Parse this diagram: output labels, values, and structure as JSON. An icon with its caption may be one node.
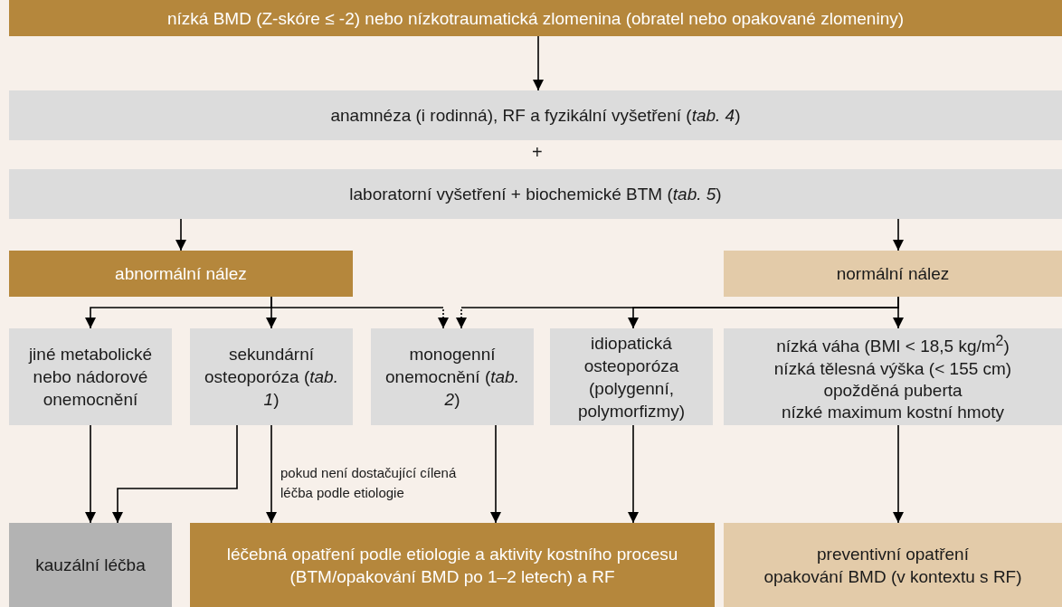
{
  "diagram": {
    "nodes": [
      {
        "text": [
          "nízká BMD (Z-skóre ≤ -2) nebo nízkotraumatická zlomenina (obratel nebo opakované zlomeniny)"
        ]
      },
      {
        "text": [
          "anamnéza (i rodinná), RF a fyzikální vyšetření (*tab. 4*)"
        ]
      },
      {
        "text": [
          "laboratorní vyšetření + biochemické  BTM (*tab. 5*)"
        ]
      },
      {
        "text": [
          "abnormální nález"
        ]
      },
      {
        "text": [
          "normální nález"
        ]
      },
      {
        "text": [
          "jiné metabolické nebo nádorové onemocnění"
        ]
      },
      {
        "text": [
          "sekundární osteoporóza (*tab. 1*)"
        ]
      },
      {
        "text": [
          "monogenní onemocnění (*tab. 2*)"
        ]
      },
      {
        "text": [
          "idiopatická osteoporóza (polygenní, polymorfizmy)"
        ]
      },
      {
        "text": [
          "nízká váha (BMI < 18,5 kg/m$^{2}$)",
          "nízká tělesná výška (< 155 cm)",
          "opožděná puberta",
          "nízké maximum kostní hmoty"
        ]
      },
      {
        "text": [
          "kauzální léčba"
        ]
      },
      {
        "text": [
          "léčebná opatření podle etiologie a aktivity kostního procesu (BTM/opakování BMD po 1–2 letech) a RF"
        ]
      },
      {
        "text": [
          "preventivní opatření",
          "opakování BMD (v kontextu s RF)"
        ]
      }
    ],
    "edges": [
      {
        "from": 0,
        "to": 1,
        "arrow": "to"
      },
      {
        "from": 2,
        "to": 3,
        "arrow": "to"
      },
      {
        "from": 2,
        "to": 4,
        "arrow": "to"
      },
      {
        "from": 3,
        "to": 5,
        "arrow": "to"
      },
      {
        "from": 3,
        "to": 6,
        "arrow": "to"
      },
      {
        "from": 3,
        "to": 7,
        "arrow": "to",
        "style": "dashed"
      },
      {
        "from": 4,
        "to": 7,
        "arrow": "to",
        "style": "dashed"
      },
      {
        "from": 4,
        "to": 8,
        "arrow": "to"
      },
      {
        "from": 4,
        "to": 9,
        "arrow": "to"
      },
      {
        "from": 5,
        "to": 10,
        "arrow": "to"
      },
      {
        "from": 6,
        "to": 10,
        "arrow": "to"
      },
      {
        "from": 6,
        "to": 11,
        "arrow": "to",
        "label": "pokud není dostačující cílená léčba podle etiologie"
      },
      {
        "from": 7,
        "to": 11,
        "arrow": "to"
      },
      {
        "from": 8,
        "to": 11,
        "arrow": "to"
      },
      {
        "from": 9,
        "to": 12,
        "arrow": "to"
      }
    ],
    "labels": [
      "+"
    ]
  }
}
